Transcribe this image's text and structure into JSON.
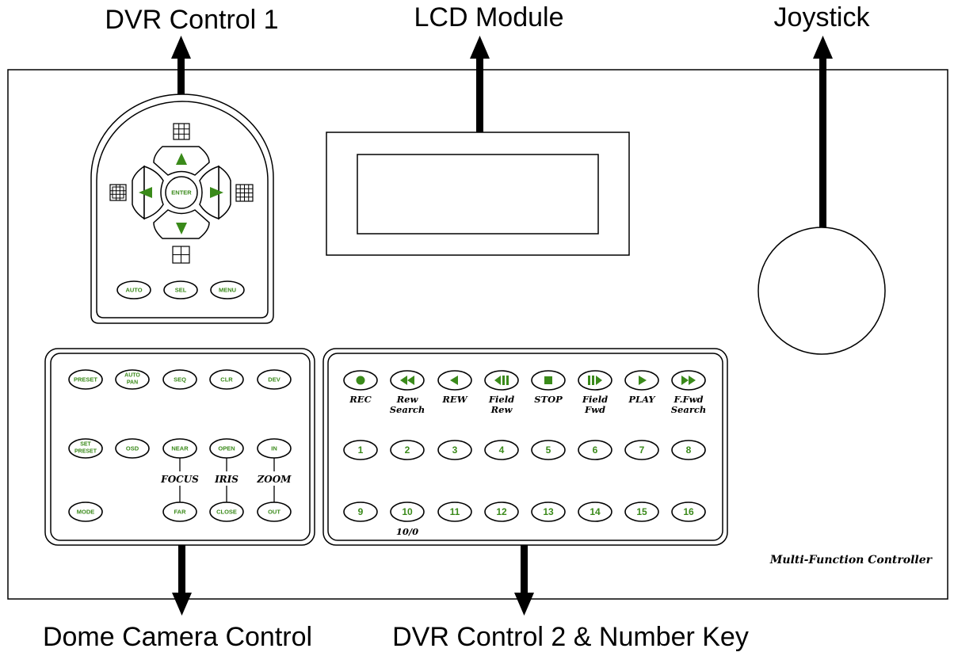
{
  "callouts": {
    "dvr_control_1": "DVR Control 1",
    "lcd_module": "LCD Module",
    "joystick": "Joystick",
    "dome_camera_control": "Dome Camera Control",
    "dvr_control_2": "DVR Control 2 & Number Key"
  },
  "device_name": "Multi-Function Controller",
  "dvr1": {
    "enter": "ENTER",
    "auto": "AUTO",
    "sel": "SEL",
    "menu": "MENU"
  },
  "dome": {
    "row1": [
      "PRESET",
      "AUTO PAN",
      "SEQ",
      "CLR",
      "DEV"
    ],
    "row2": [
      "SET PRESET",
      "OSD",
      "NEAR",
      "OPEN",
      "IN"
    ],
    "row3": [
      "MODE",
      "FAR",
      "CLOSE",
      "OUT"
    ],
    "focus": "FOCUS",
    "iris": "IRIS",
    "zoom": "ZOOM"
  },
  "dvr2": {
    "transport_labels": [
      "REC",
      "Rew Search",
      "REW",
      "Field Rew",
      "STOP",
      "Field Fwd",
      "PLAY",
      "F.Fwd Search"
    ],
    "numbers_row1": [
      "1",
      "2",
      "3",
      "4",
      "5",
      "6",
      "7",
      "8"
    ],
    "numbers_row2": [
      "9",
      "10",
      "11",
      "12",
      "13",
      "14",
      "15",
      "16"
    ],
    "ten_zero": "10/0"
  },
  "colors": {
    "label_green": "#3a8a1a"
  }
}
